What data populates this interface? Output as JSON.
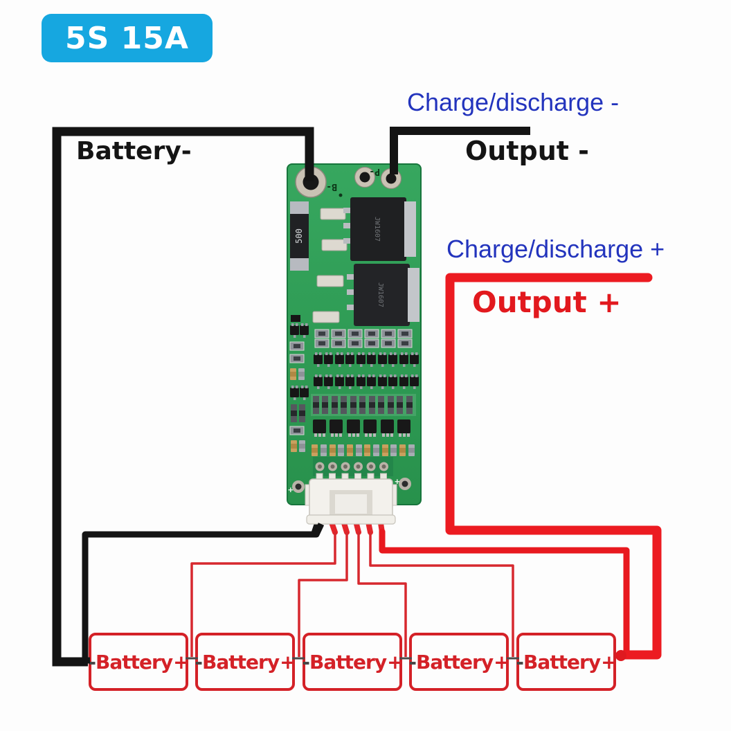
{
  "badge": {
    "label": "5S 15A"
  },
  "labels": {
    "battery_minus": "Battery-",
    "charge_discharge_minus": "Charge/discharge -",
    "output_minus": "Output -",
    "charge_discharge_plus": "Charge/discharge +",
    "output_plus": "Output +"
  },
  "board": {
    "pad_b_label": "B-",
    "pad_p_label": "P-",
    "shunt_marking": "500",
    "mosfet1_marking": "JW1607",
    "mosfet2_marking": "JW1607"
  },
  "batteries": [
    {
      "neg": "-",
      "name": "Battery",
      "pos": "+"
    },
    {
      "neg": "-",
      "name": "Battery",
      "pos": "+"
    },
    {
      "neg": "-",
      "name": "Battery",
      "pos": "+"
    },
    {
      "neg": "-",
      "name": "Battery",
      "pos": "+"
    },
    {
      "neg": "-",
      "name": "Battery",
      "pos": "+"
    }
  ],
  "colors": {
    "badge_bg": "#16a7e0",
    "badge_text": "#ffffff",
    "label_black": "#141414",
    "blue_label": "#2334bd",
    "red_label": "#e2191e",
    "battery_red": "#d42127",
    "wire_black": "#141414",
    "wire_red": "#ec1b21",
    "balance_red": "#d7282e",
    "pcb_green": "#2f9c55"
  }
}
